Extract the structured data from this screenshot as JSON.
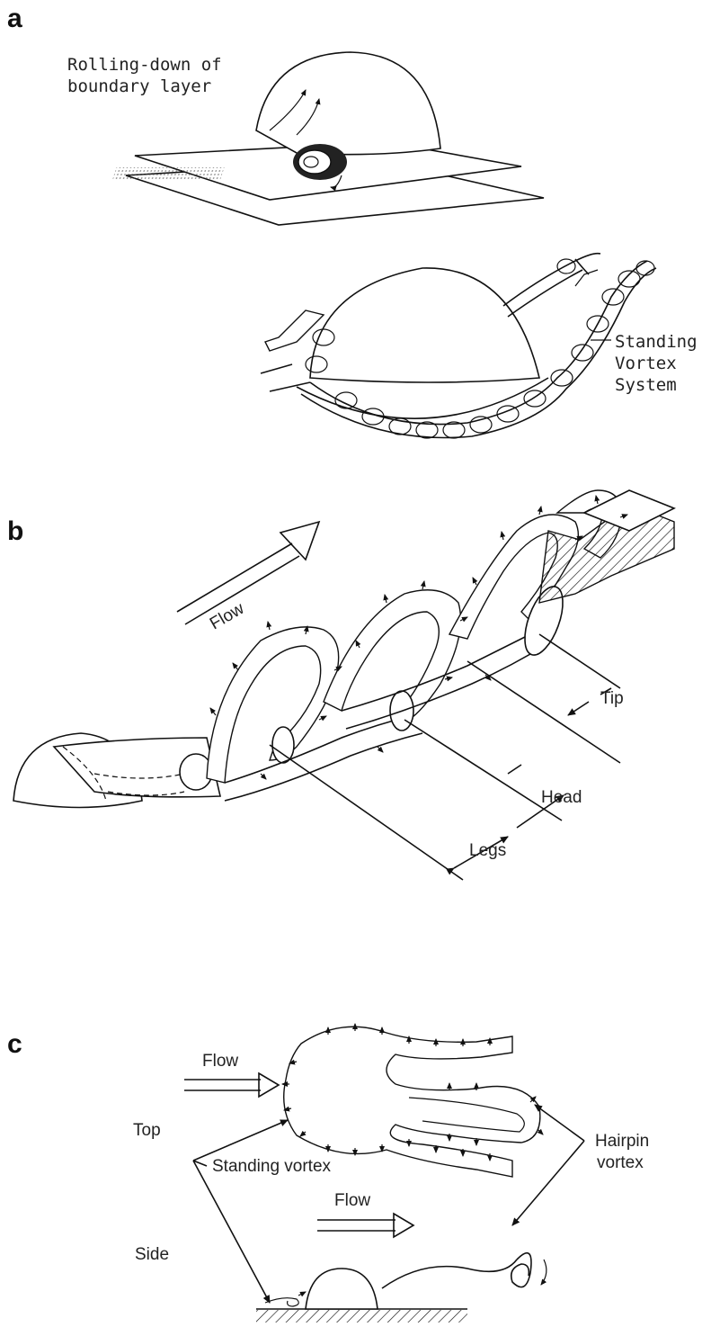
{
  "panels": {
    "a": {
      "letter": "a",
      "label_rolling_line1": "Rolling-down of",
      "label_rolling_line2": "boundary layer",
      "label_standing_line1": "Standing",
      "label_standing_line2": "Vortex",
      "label_standing_line3": "System"
    },
    "b": {
      "letter": "b",
      "label_flow": "Flow",
      "label_tip": "Tip",
      "label_head": "Head",
      "label_legs": "Legs"
    },
    "c": {
      "letter": "c",
      "label_flow_top": "Flow",
      "label_top": "Top",
      "label_standing_vortex": "Standing vortex",
      "label_hairpin_line1": "Hairpin",
      "label_hairpin_line2": "vortex",
      "label_flow_side": "Flow",
      "label_side": "Side"
    }
  }
}
